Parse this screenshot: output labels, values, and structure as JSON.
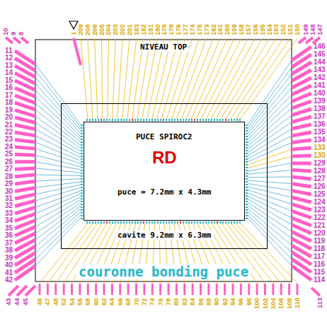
{
  "diagram": {
    "nodes": [
      {
        "text": [
          "cavite 9.2mm x 6.3mm"
        ]
      },
      {
        "text": [
          "PUCE SPIROC2",
          "RD",
          "puce = 7.2mm x 4.3mm"
        ],
        "in": 0
      }
    ],
    "labels": [
      "NIVEAU TOP",
      "10",
      "9",
      "8",
      "1",
      "209",
      "208",
      "206",
      "205",
      "204",
      "203",
      "202",
      "201",
      "183",
      "182",
      "181",
      "180",
      "178",
      "179",
      "176",
      "177",
      "174",
      "175",
      "173",
      "162",
      "161",
      "160",
      "159",
      "158",
      "157",
      "156",
      "155",
      "154",
      "153",
      "152",
      "151",
      "150",
      "149",
      "148",
      "147",
      "11",
      "12",
      "13",
      "14",
      "15",
      "16",
      "17",
      "18",
      "19",
      "20",
      "21",
      "22",
      "23",
      "24",
      "25",
      "26",
      "27",
      "28",
      "29",
      "30",
      "31",
      "32",
      "33",
      "34",
      "35",
      "36",
      "37",
      "38",
      "39",
      "40",
      "41",
      "42",
      "146",
      "145",
      "144",
      "143",
      "142",
      "141",
      "140",
      "139",
      "138",
      "137",
      "136",
      "135",
      "134",
      "133",
      "130",
      "129",
      "128",
      "127",
      "126",
      "125",
      "124",
      "123",
      "122",
      "121",
      "120",
      "119",
      "118",
      "117",
      "116",
      "115",
      "114",
      "43",
      "44",
      "45",
      "46",
      "47",
      "48",
      "52",
      "54",
      "56",
      "58",
      "60",
      "62",
      "64",
      "66",
      "68",
      "70",
      "72",
      "74",
      "76",
      "78",
      "80",
      "82",
      "84",
      "86",
      "88",
      "90",
      "92",
      "94",
      "96",
      "98",
      "100",
      "102",
      "104",
      "106",
      "108",
      "110",
      "113",
      "couronne bonding puce"
    ]
  }
}
